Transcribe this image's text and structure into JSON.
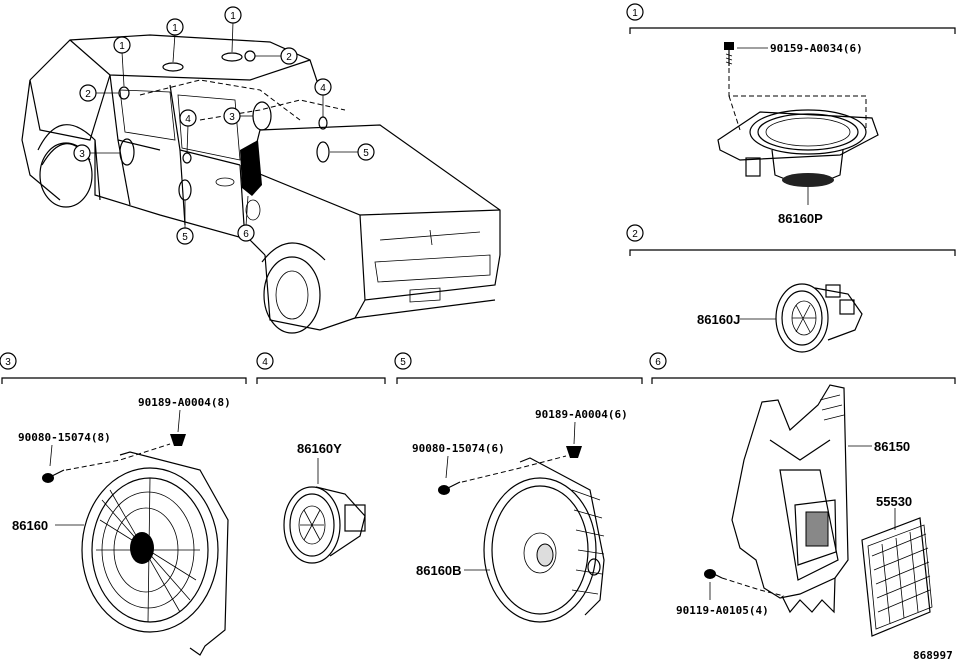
{
  "figure_number": "868997",
  "callouts": {
    "c1": "1",
    "c2": "2",
    "c3": "3",
    "c4": "4",
    "c5": "5",
    "c6": "6"
  },
  "groups": {
    "g1": {
      "number": "1",
      "parts": {
        "bolt": "90159-A0034(6)",
        "speaker": "86160P"
      }
    },
    "g2": {
      "number": "2",
      "parts": {
        "tweeter": "86160J"
      }
    },
    "g3": {
      "number": "3",
      "parts": {
        "clip": "90189-A0004(8)",
        "screw": "90080-15074(8)",
        "speaker": "86160"
      }
    },
    "g4": {
      "number": "4",
      "parts": {
        "tweeter": "86160Y"
      }
    },
    "g5": {
      "number": "5",
      "parts": {
        "clip": "90189-A0004(6)",
        "screw": "90080-15074(6)",
        "speaker": "86160B"
      }
    },
    "g6": {
      "number": "6",
      "parts": {
        "box": "86150",
        "grille": "55530",
        "screw": "90119-A0105(4)"
      }
    }
  }
}
